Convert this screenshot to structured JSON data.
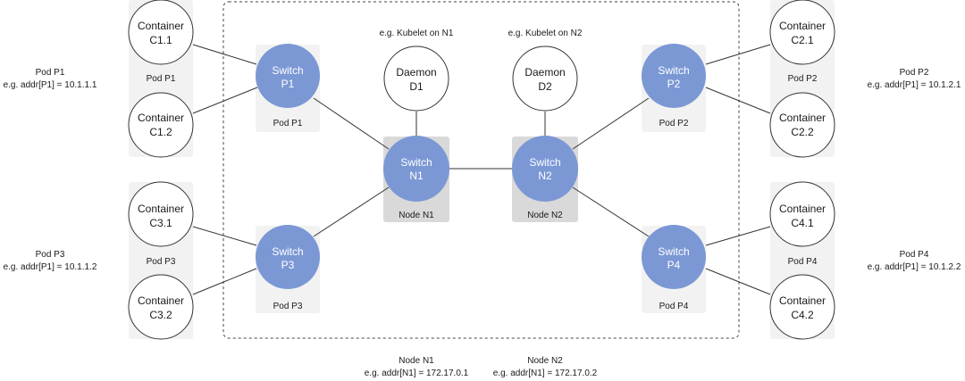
{
  "colors": {
    "switch_fill": "#7b98d5",
    "pod_panel": "#f2f2f2",
    "node_panel": "#d9d9d9",
    "circle_fill": "#ffffff",
    "stroke": "#333333"
  },
  "containers": {
    "c11": [
      "Container",
      "C1.1"
    ],
    "c12": [
      "Container",
      "C1.2"
    ],
    "c21": [
      "Container",
      "C2.1"
    ],
    "c22": [
      "Container",
      "C2.2"
    ],
    "c31": [
      "Container",
      "C3.1"
    ],
    "c32": [
      "Container",
      "C3.2"
    ],
    "c41": [
      "Container",
      "C4.1"
    ],
    "c42": [
      "Container",
      "C4.2"
    ]
  },
  "pod_panel_labels": {
    "p1_outer": "Pod P1",
    "p1_inner": "Pod P1",
    "p2_outer": "Pod P2",
    "p2_inner": "Pod P2",
    "p3_outer": "Pod P3",
    "p3_inner": "Pod P3",
    "p4_outer": "Pod P4",
    "p4_inner": "Pod P4"
  },
  "switches": {
    "p1": [
      "Switch",
      "P1"
    ],
    "p2": [
      "Switch",
      "P2"
    ],
    "p3": [
      "Switch",
      "P3"
    ],
    "p4": [
      "Switch",
      "P4"
    ],
    "n1": [
      "Switch",
      "N1"
    ],
    "n2": [
      "Switch",
      "N2"
    ]
  },
  "daemons": {
    "d1": [
      "Daemon",
      "D1"
    ],
    "d2": [
      "Daemon",
      "D2"
    ]
  },
  "kubelet": {
    "n1": "e.g.  Kubelet on N1",
    "n2": "e.g.  Kubelet on N2"
  },
  "node_panel_labels": {
    "n1": "Node N1",
    "n2": "Node N2"
  },
  "pod_addresses": {
    "p1": [
      "Pod P1",
      "e.g. addr[P1] = 10.1.1.1"
    ],
    "p2": [
      "Pod P2",
      "e.g. addr[P1] = 10.1.2.1"
    ],
    "p3": [
      "Pod P3",
      "e.g. addr[P1] = 10.1.1.2"
    ],
    "p4": [
      "Pod P4",
      "e.g. addr[P1] = 10.1.2.2"
    ]
  },
  "node_addresses": {
    "n1": [
      "Node N1",
      "e.g. addr[N1] = 172.17.0.1"
    ],
    "n2": [
      "Node N2",
      "e.g. addr[N1] = 172.17.0.2"
    ]
  }
}
